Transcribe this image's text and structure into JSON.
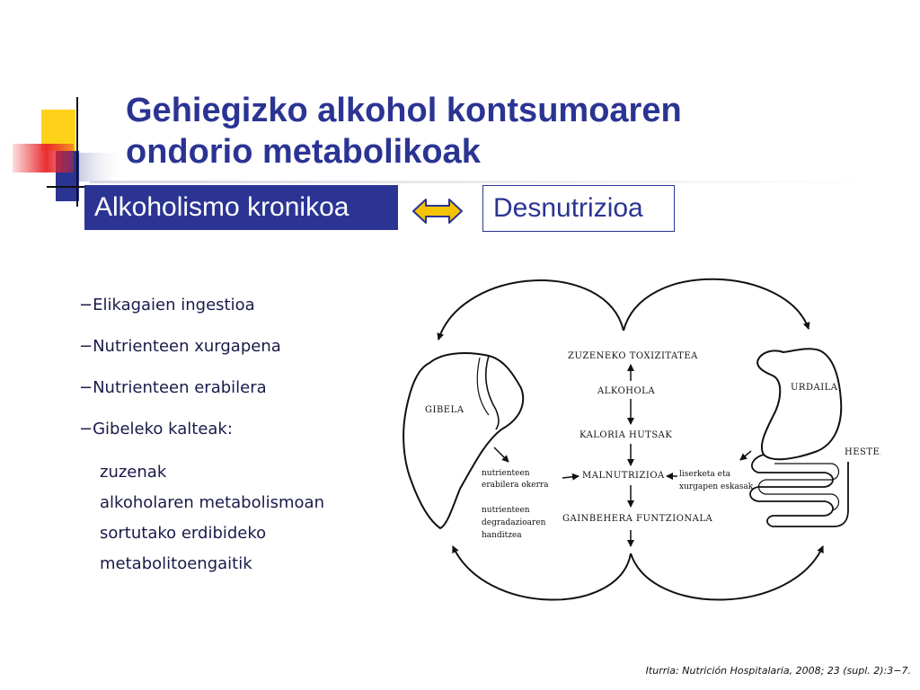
{
  "slide": {
    "title_line1": "Gehiegizko alkohol kontsumoaren",
    "title_line2": "ondorio metabolikoak",
    "box_left": "Alkoholismo kronikoa",
    "box_right": "Desnutrizioa",
    "bullets": [
      "−Elikagaien ingestioa",
      "−Nutrienteen xurgapena",
      "−Nutrienteen erabilera",
      "−Gibeleko kalteak:"
    ],
    "sub_bullets": [
      "zuzenak",
      "alkoholaren metabolismoan",
      "sortutako erdibideko",
      "metabolitoengaitik"
    ],
    "source": "Iturria: Nutrición Hospitalaria, 2008; 23 (supl. 2):3−7."
  },
  "diagram": {
    "gibela": "GIBELA",
    "urdaila": "URDAILA",
    "hestea": "HESTEA",
    "zuzeneko": "ZUZENEKO TOXIZITATEA",
    "alkohola": "ALKOHOLA",
    "kaloria": "KALORIA HUTSAK",
    "malnutrizioa": "MALNUTRIZIOA",
    "gainbehera": "GAINBEHERA FUNTZIONALA",
    "nutr1_a": "nutrienteen",
    "nutr1_b": "erabilera okerra",
    "nutr2_a": "nutrienteen",
    "nutr2_b": "degradazioaren",
    "nutr2_c": "handitzea",
    "liser_a": "liserketa eta",
    "liser_b": "xurgapen eskasak"
  },
  "colors": {
    "title": "#2b3493",
    "box_fill": "#2b3493",
    "arrow_fill": "#f5c400",
    "deco_yellow": "#ffd21a",
    "deco_red": "#e8242a",
    "deco_blue": "#2b3493"
  },
  "icons": {
    "double_arrow": "left-right-arrow-icon"
  }
}
